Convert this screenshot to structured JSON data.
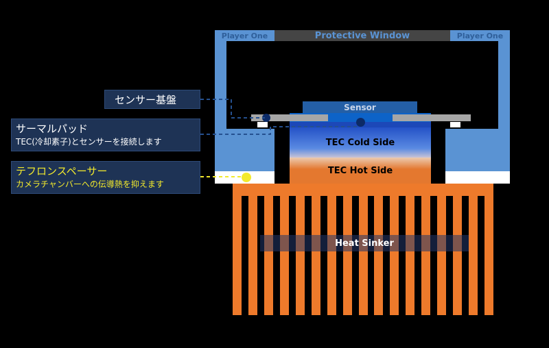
{
  "housing": {
    "left_top_label": "Player One",
    "right_top_label": "Player One",
    "window_label": "Protective Window"
  },
  "sensor": {
    "label": "Sensor"
  },
  "tec": {
    "cold_label": "TEC Cold Side",
    "hot_label": "TEC Hot Side"
  },
  "heatsink": {
    "label": "Heat Sinker",
    "fin_count": 17
  },
  "callouts": {
    "sensor_board": {
      "title": "センサー基盤"
    },
    "thermal_pad": {
      "title": "サーマルパッド",
      "desc": "TEC(冷却素子)とセンサーを接続します"
    },
    "teflon": {
      "title": "テフロンスペーサー",
      "desc": "カメラチャンバーへの伝導熱を抑えます"
    }
  },
  "colors": {
    "housing": "#5a93d3",
    "window": "#454545",
    "sensor": "#245fa6",
    "cold_top": "#1c48b8",
    "hot": "#e4782f",
    "heatsink": "#ee7a2b",
    "callout_bg": "#1e3355",
    "teflon_text": "#f3ea2c"
  }
}
